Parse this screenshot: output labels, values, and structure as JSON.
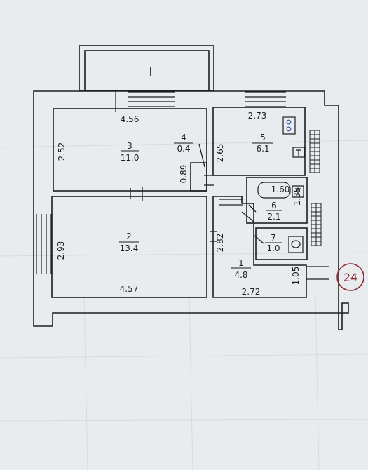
{
  "balcony_label": "I",
  "apartment_number": "24",
  "dimensions": {
    "room3_width": "4.56",
    "room3_height": "2.52",
    "room5_width": "2.73",
    "room5_height": "2.65",
    "closet_height": "0.89",
    "room2_height": "2.93",
    "room2_width": "4.57",
    "room2_inner": "2.82",
    "bath_width": "1.60",
    "bath_height": "1.35",
    "hall_width": "2.72",
    "hall_side": "1.05"
  },
  "rooms": {
    "r3": {
      "number": "3",
      "area": "11.0"
    },
    "r4": {
      "number": "4",
      "area": "0.4"
    },
    "r5": {
      "number": "5",
      "area": "6.1"
    },
    "r2": {
      "number": "2",
      "area": "13.4"
    },
    "r6": {
      "number": "6",
      "area": "2.1"
    },
    "r7": {
      "number": "7",
      "area": "1.0"
    },
    "r1": {
      "number": "1",
      "area": "4.8"
    }
  },
  "colors": {
    "paper": "#e9ecef",
    "ink": "#1e1e22",
    "stamp": "#8a2a2e"
  }
}
